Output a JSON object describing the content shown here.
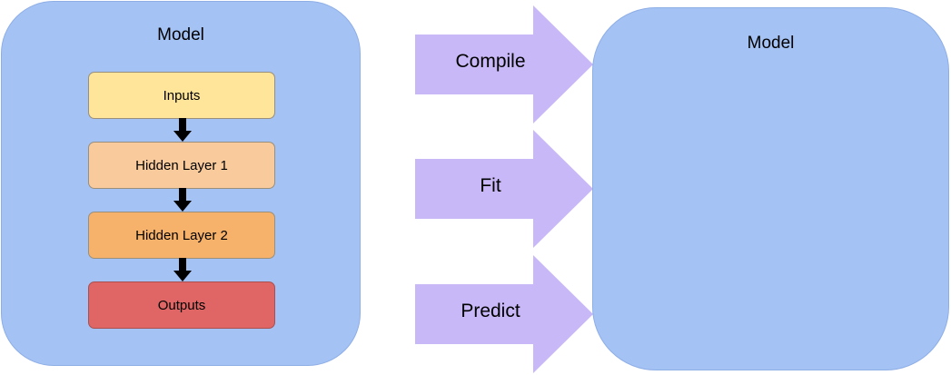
{
  "left_model": {
    "title": "Model",
    "layers": [
      {
        "label": "Inputs",
        "color": "#ffe599"
      },
      {
        "label": "Hidden Layer 1",
        "color": "#f9cb9c"
      },
      {
        "label": "Hidden Layer 2",
        "color": "#f6b26b"
      },
      {
        "label": "Outputs",
        "color": "#e06666"
      }
    ]
  },
  "steps": [
    {
      "label": "Compile",
      "icon": "right-arrow-icon"
    },
    {
      "label": "Fit",
      "icon": "right-arrow-icon"
    },
    {
      "label": "Predict",
      "icon": "right-arrow-icon"
    }
  ],
  "right_model": {
    "title": "Model"
  },
  "colors": {
    "model_fill": "#a4c2f4",
    "step_arrow_fill": "#c9b8f7",
    "layer_arrow": "#000000"
  }
}
